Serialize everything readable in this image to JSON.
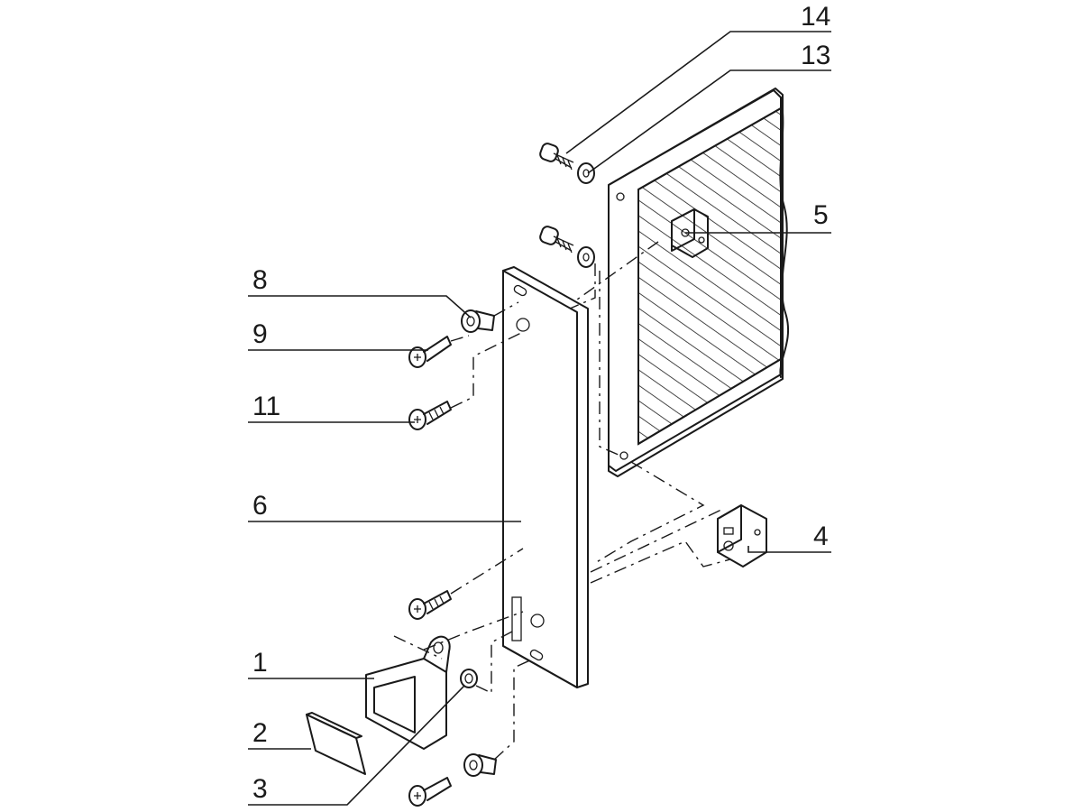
{
  "callouts": {
    "c14": "14",
    "c13": "13",
    "c5": "5",
    "c8": "8",
    "c9": "9",
    "c11": "11",
    "c6": "6",
    "c4": "4",
    "c1": "1",
    "c2": "2",
    "c3": "3"
  },
  "colors": {
    "line": "#1a1a1a",
    "part_fill": "#d9d9d9",
    "part_dark": "#8c8c8c",
    "background": "#ffffff"
  }
}
